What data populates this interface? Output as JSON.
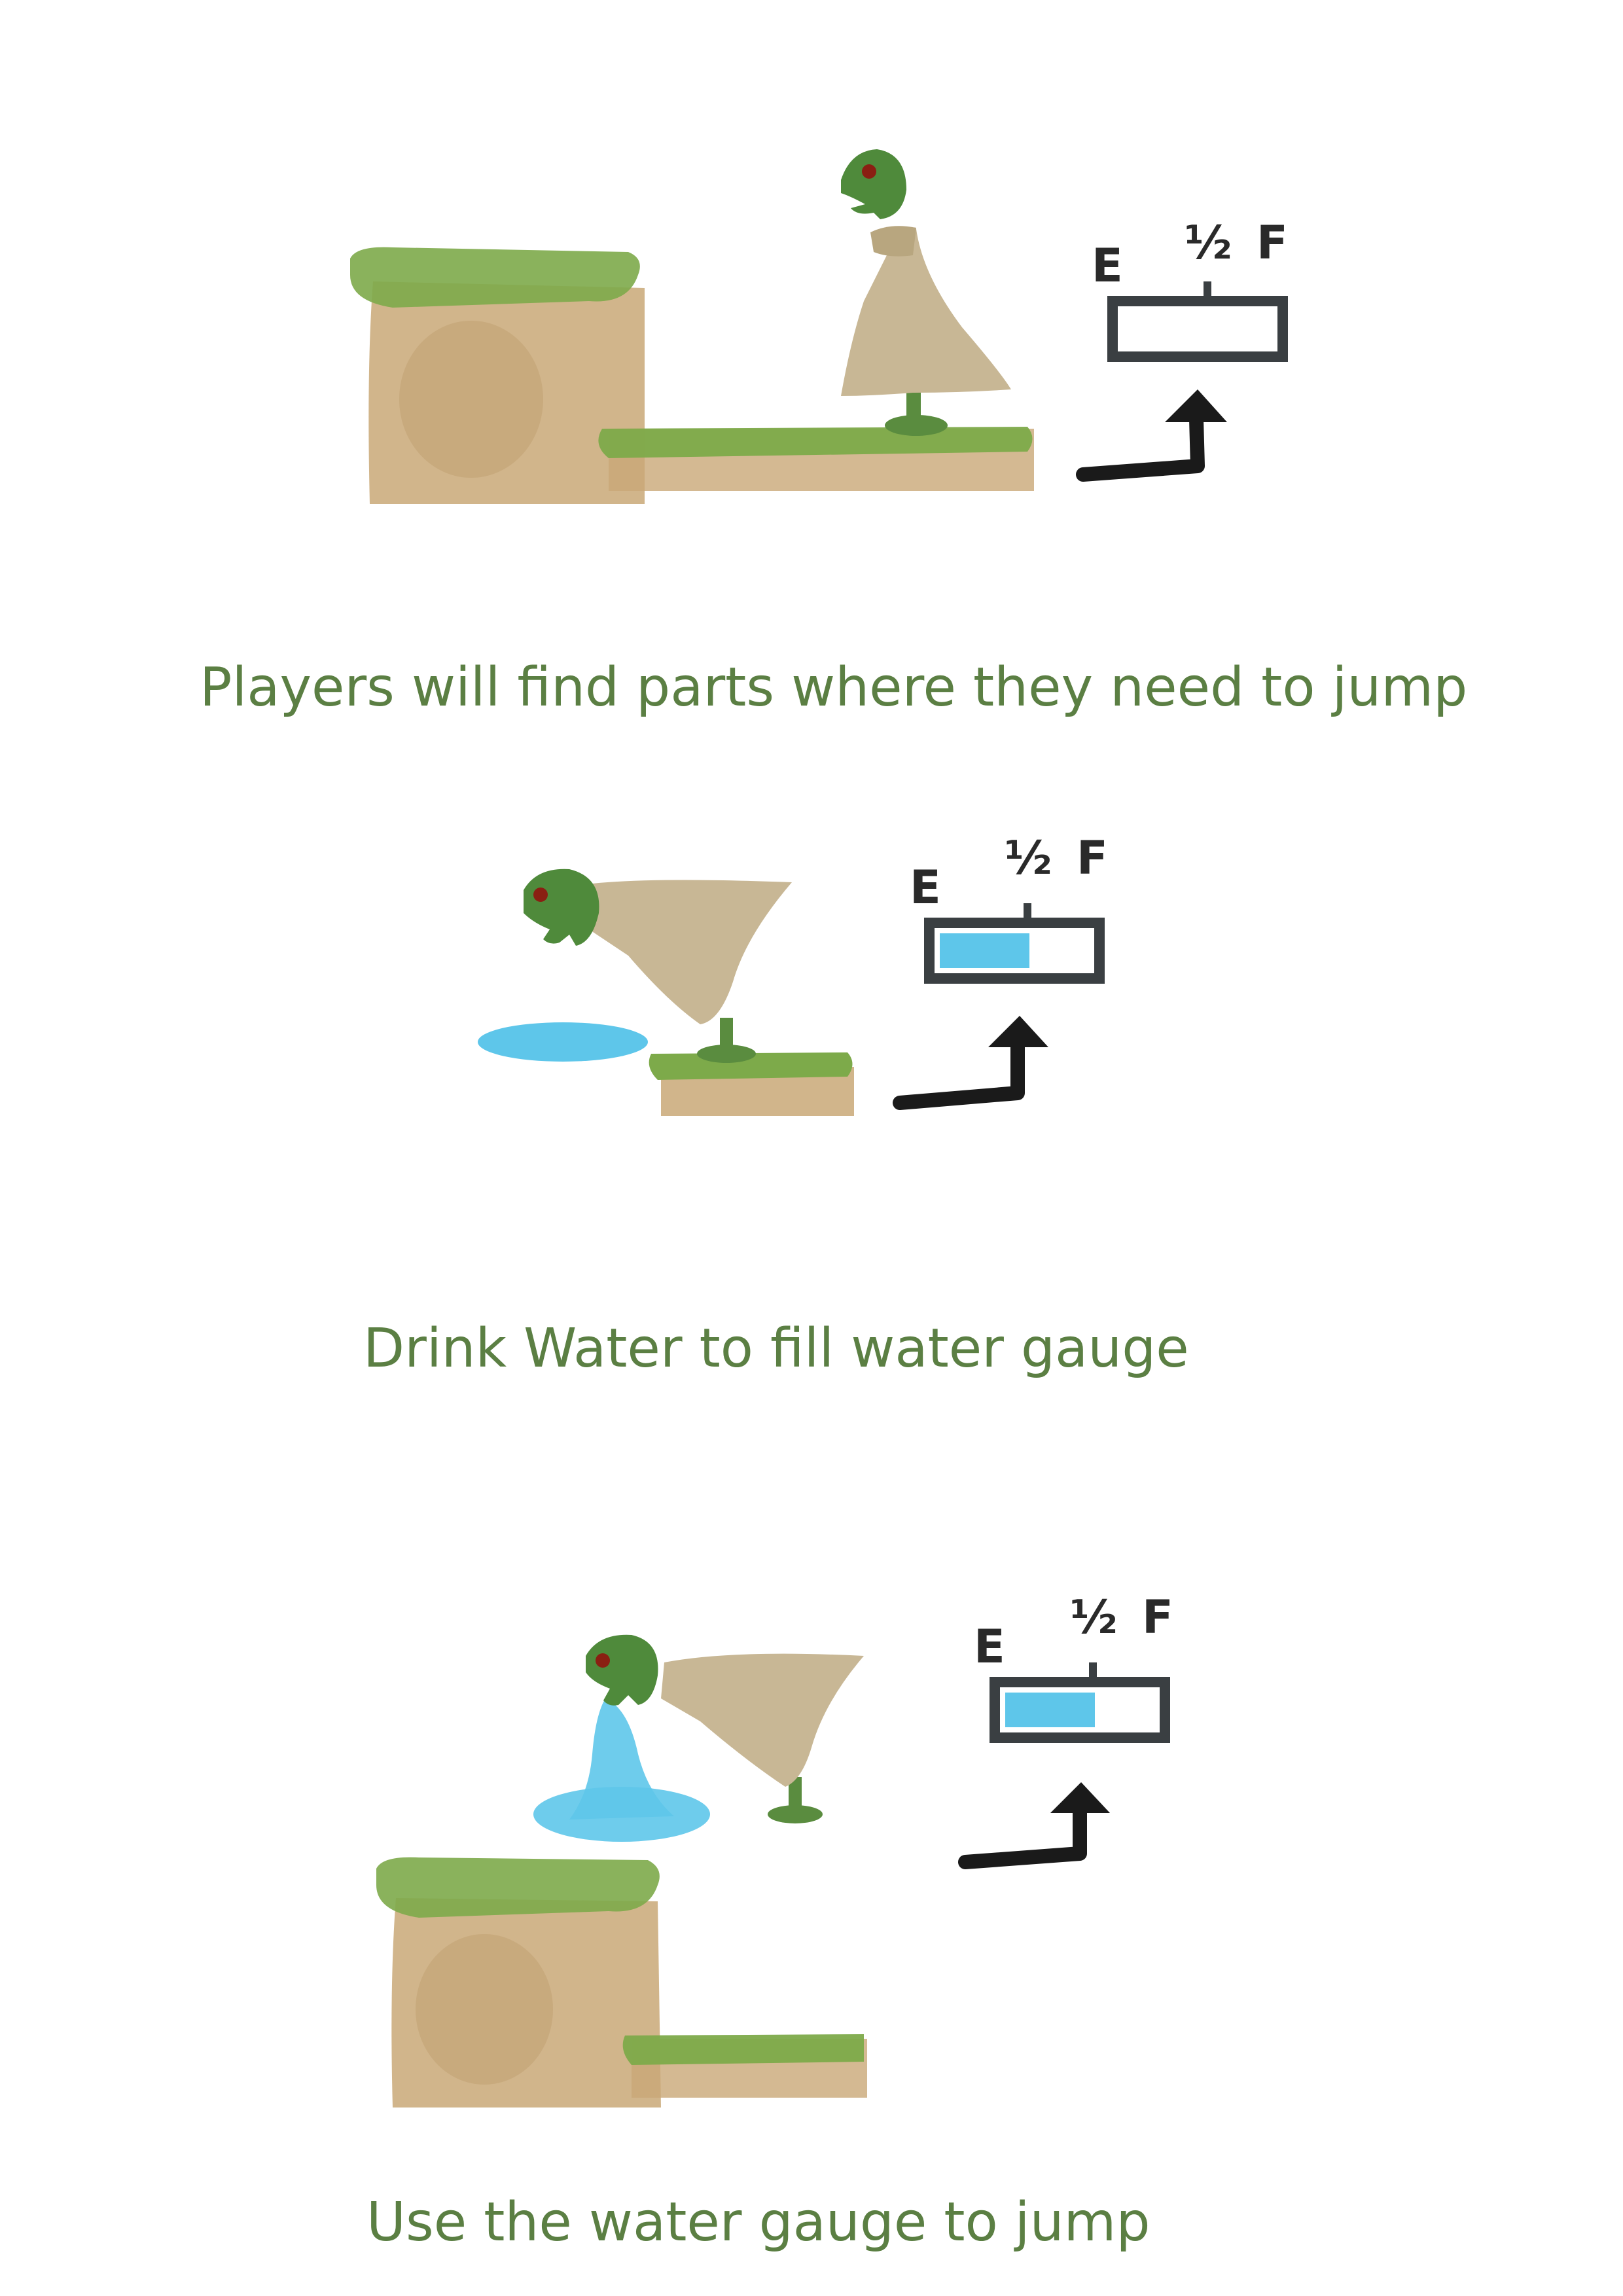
{
  "panels": [
    {
      "caption": "Players will find parts where they need to jump",
      "gauge": {
        "labels": [
          "E",
          "½",
          "F"
        ],
        "fill_fraction": 0.0
      }
    },
    {
      "caption": "Drink Water to fill water gauge",
      "gauge": {
        "labels": [
          "E",
          "½",
          "F"
        ],
        "fill_fraction": 0.6
      }
    },
    {
      "caption": "Use the water gauge to jump",
      "gauge": {
        "labels": [
          "E",
          "½",
          "F"
        ],
        "fill_fraction": 0.6
      }
    }
  ],
  "colors": {
    "caption": "#5b7f43",
    "grass": "#7daa4a",
    "dirt": "#c9a877",
    "cloak": "#c8b795",
    "head": "#4f8a3b",
    "water": "#5ec6ea",
    "ink": "#1a1a1a"
  },
  "icons": [
    "jump-arrow-icon",
    "character-sprite",
    "water-gauge"
  ]
}
